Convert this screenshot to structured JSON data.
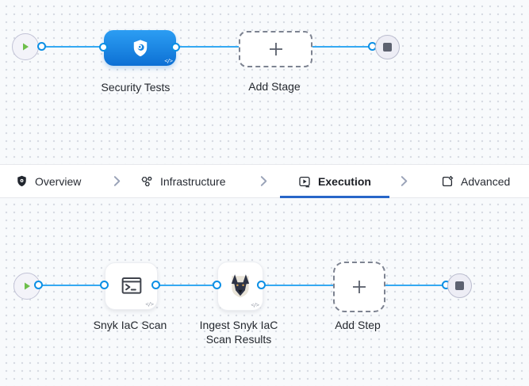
{
  "stage_canvas": {
    "stage": {
      "label": "Security Tests",
      "icon": "shield-scan-icon"
    },
    "add_stage": {
      "label": "Add Stage"
    },
    "code_glyph": "</>"
  },
  "tab_bar": {
    "tabs": [
      {
        "label": "Overview",
        "icon": "shield-icon",
        "selected": false
      },
      {
        "label": "Infrastructure",
        "icon": "hexagons-icon",
        "selected": false
      },
      {
        "label": "Execution",
        "icon": "play-box-icon",
        "selected": true
      },
      {
        "label": "Advanced",
        "icon": "box-gear-icon",
        "selected": false
      }
    ]
  },
  "step_canvas": {
    "steps": [
      {
        "label": "Snyk IaC Scan",
        "icon": "terminal-icon"
      },
      {
        "label": "Ingest Snyk IaC Scan Results",
        "icon": "doberman-dog-icon"
      }
    ],
    "add_step": {
      "label": "Add Step"
    },
    "code_glyph": "</>"
  },
  "colors": {
    "line_blue": "#35a9f2",
    "port_ring_blue": "#0b8fe5",
    "stage_blue_top": "#2c9ef3",
    "stage_blue_bottom": "#0d70d4",
    "tab_underline_blue": "#2766c8",
    "play_green": "#6dbe4b",
    "stop_gray": "#5d6270",
    "dashed_border": "#7d8391",
    "canvas_bg": "#f8fafc"
  }
}
